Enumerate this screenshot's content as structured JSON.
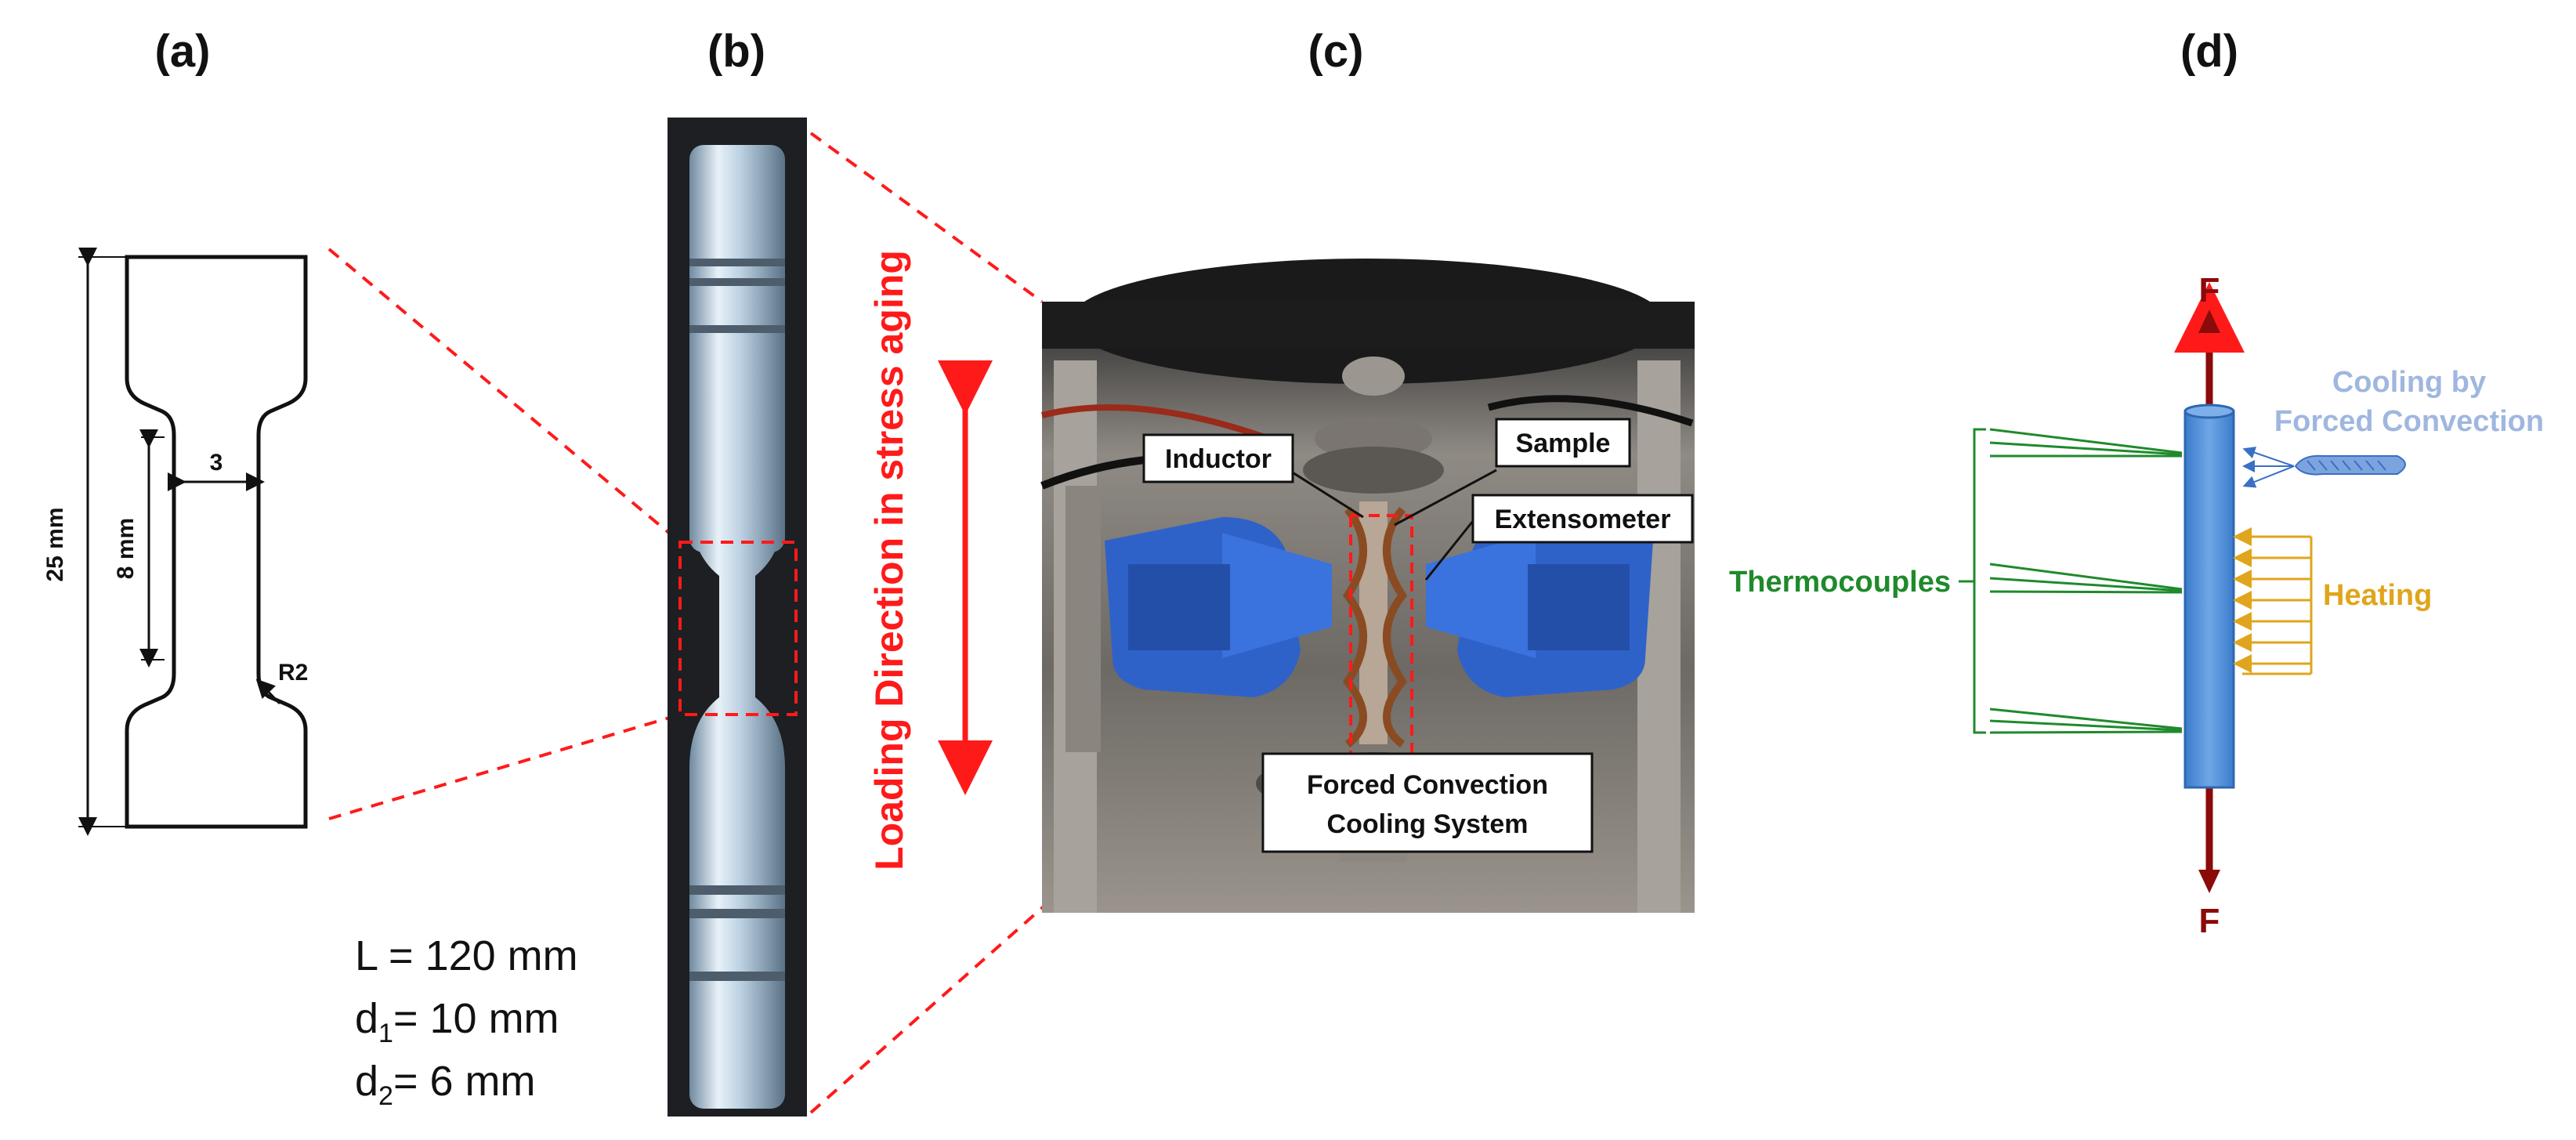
{
  "panels": {
    "a": {
      "label": "(a)"
    },
    "b": {
      "label": "(b)"
    },
    "c": {
      "label": "(c)"
    },
    "d": {
      "label": "(d)"
    }
  },
  "specimen_drawing": {
    "length_dim": "25 mm",
    "gauge_dim": "8 mm",
    "width_dim": "3",
    "radius_dim": "R2"
  },
  "specimen_params": {
    "L": "L = 120 mm",
    "d1_prefix": "d",
    "d1_sub": "1",
    "d1_value": "= 10 mm",
    "d2_prefix": "d",
    "d2_sub": "2",
    "d2_value": "= 6 mm"
  },
  "loading": {
    "label": "Loading Direction in stress aging"
  },
  "photo_callouts": {
    "inductor": "Inductor",
    "sample": "Sample",
    "extensometer": "Extensometer",
    "cooling_line1": "Forced Convection",
    "cooling_line2": "Cooling System"
  },
  "schematic": {
    "force_top": "F",
    "force_bottom": "F",
    "thermocouples": "Thermocouples",
    "heating": "Heating",
    "cooling_line1": "Cooling by",
    "cooling_line2": "Forced Convection"
  },
  "colors": {
    "red_dashes": "#ff1a1a",
    "force_arrow": "#8b0a0a",
    "bar_fill": "#4a8fd6",
    "thermocouple": "#1f8a2c",
    "heating": "#e0a51c",
    "cooling": "#9fb7e0",
    "grip_blue": "#2f62c9"
  }
}
